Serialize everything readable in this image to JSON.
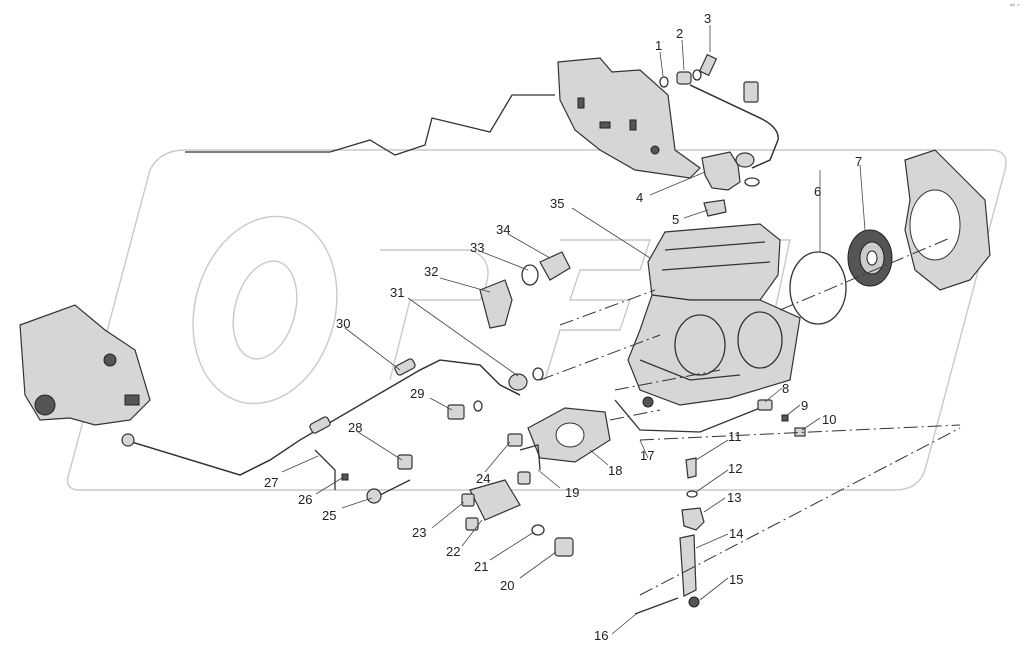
{
  "corner_mark": "ᵃ⁴ ⁼",
  "callouts": [
    "1",
    "2",
    "3",
    "4",
    "5",
    "6",
    "7",
    "8",
    "9",
    "10",
    "11",
    "12",
    "13",
    "14",
    "15",
    "16",
    "17",
    "18",
    "19",
    "20",
    "21",
    "22",
    "23",
    "24",
    "25",
    "26",
    "27",
    "28",
    "29",
    "30",
    "31",
    "32",
    "33",
    "34",
    "35"
  ]
}
